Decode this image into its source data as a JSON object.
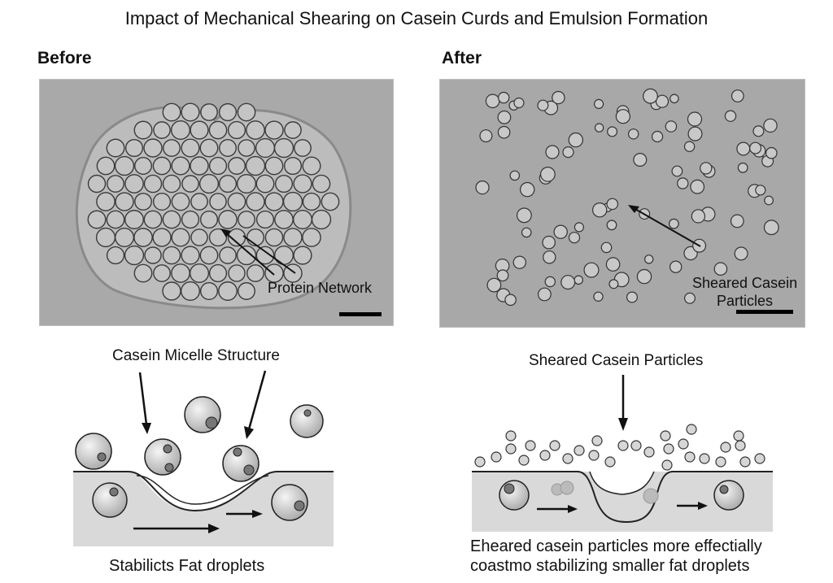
{
  "title": "Impact of Mechanical Shearing on Casein Curds and Emulsion Formation",
  "before": {
    "label": "Before",
    "micrograph_label": "Protein Network",
    "diagram_title": "Casein Micelle Structure",
    "caption": "Stabilicts Fat droplets"
  },
  "after": {
    "label": "After",
    "micrograph_label_line1": "Sheared Casein",
    "micrograph_label_line2": "Particles",
    "diagram_title": "Sheared Casein Particles",
    "caption_line1": "Eheared casein particles more effectially",
    "caption_line2": "coastmo stabilizing smaller fat droplets"
  },
  "colors": {
    "micrograph_bg": "#a9a9a9",
    "curd_fill": "#bcbcbc",
    "cell_edge": "#3a3a3a",
    "water_band": "#d9d9d9",
    "sphere_fill": "#d0d0d0"
  }
}
